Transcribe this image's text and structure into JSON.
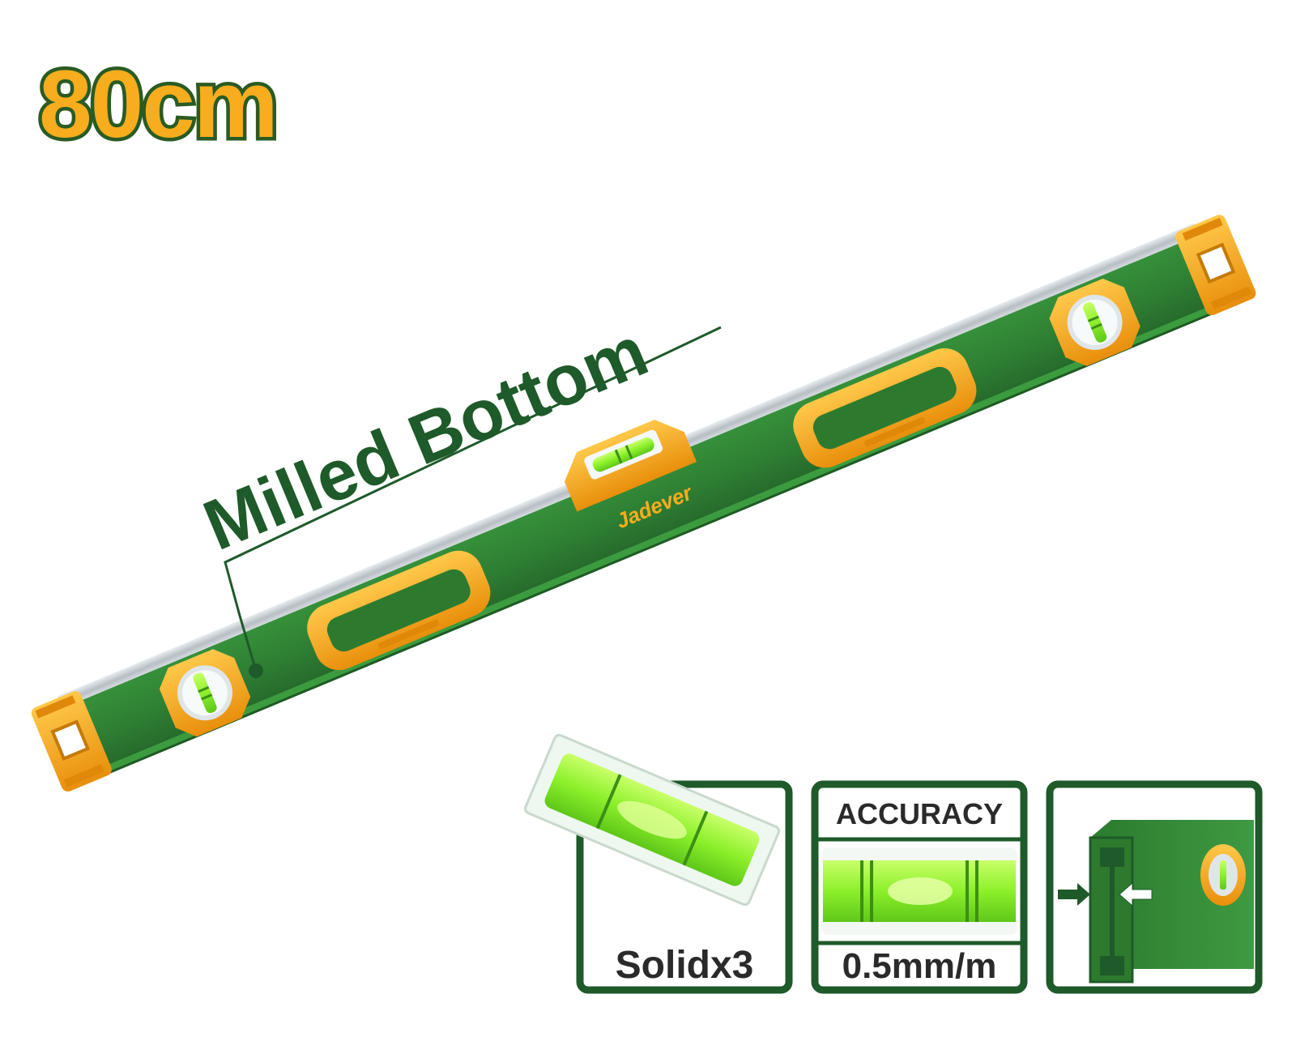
{
  "product": {
    "size_label": "80cm",
    "feature_callout": "Milled Bottom",
    "brand": "Jadever"
  },
  "features": [
    {
      "caption": "Solidx3",
      "icon": "solid-vial-icon"
    },
    {
      "heading": "ACCURACY",
      "caption": "0.5mm/m",
      "icon": "accuracy-vial-icon"
    },
    {
      "icon": "profile-thickness-icon"
    }
  ],
  "colors": {
    "body_green": "#2d7a2e",
    "dark_green": "#1f5a2a",
    "accent_orange": "#f7ad1d",
    "vial_green": "#8cf02a"
  }
}
